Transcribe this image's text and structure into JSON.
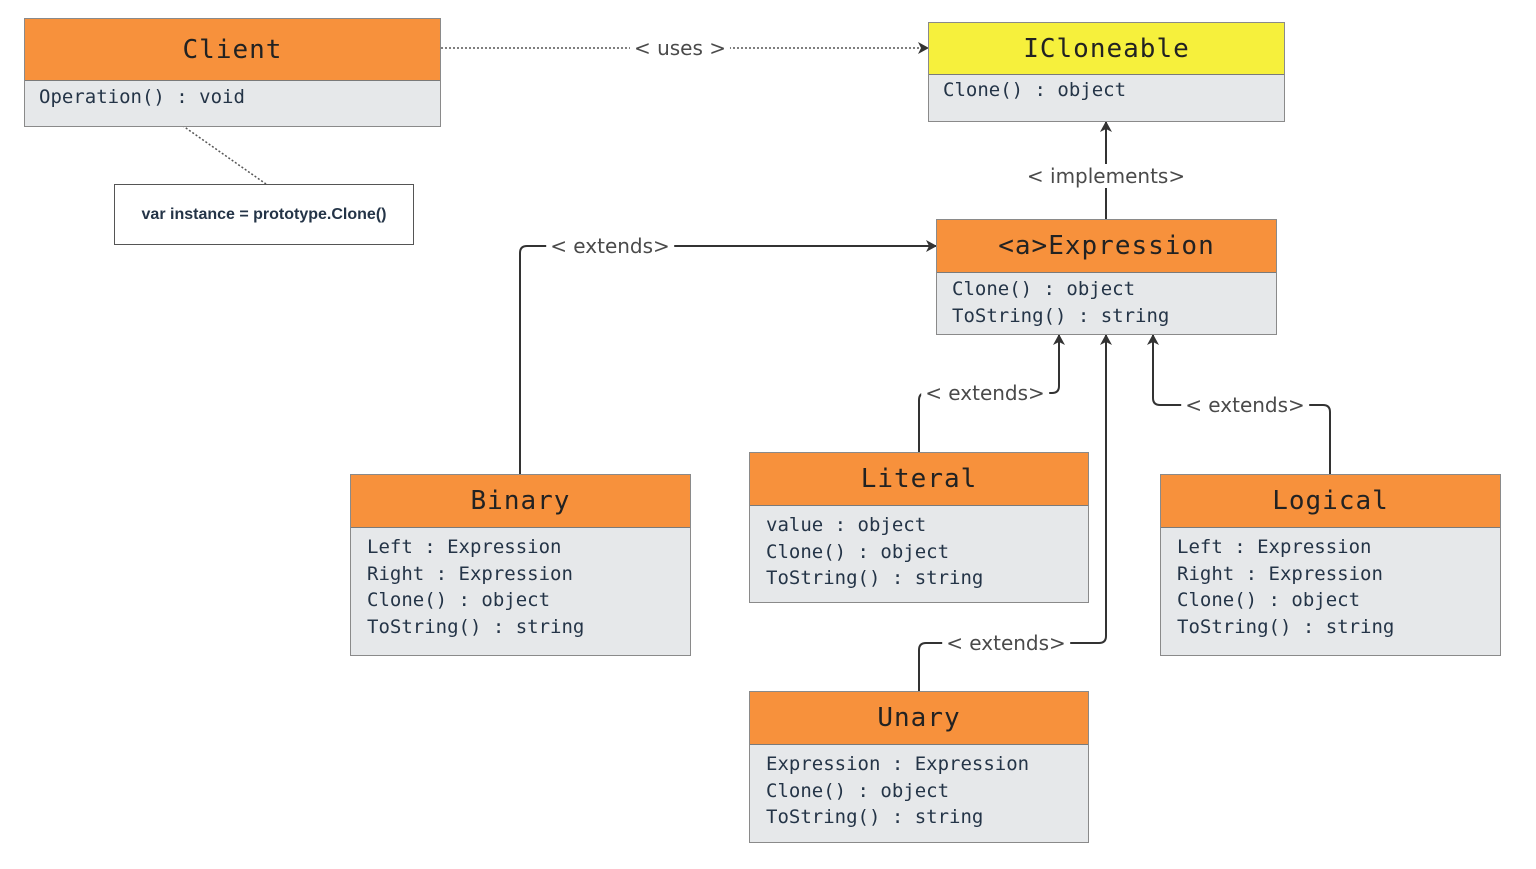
{
  "colors": {
    "class_header": "#f7913c",
    "interface_header": "#f6f03c",
    "class_body": "#e6e8ea",
    "connector": "#333333",
    "dotted_connector": "#555555"
  },
  "classes": {
    "client": {
      "name": "Client",
      "members": [
        "Operation() : void"
      ]
    },
    "icloneable": {
      "name": "ICloneable",
      "members": [
        "Clone() : object"
      ]
    },
    "expression": {
      "name": "<a>Expression",
      "members": [
        "Clone() : object",
        "ToString() : string"
      ]
    },
    "binary": {
      "name": "Binary",
      "members": [
        "Left : Expression",
        "Right : Expression",
        "Clone() : object",
        "ToString() : string"
      ]
    },
    "literal": {
      "name": "Literal",
      "members": [
        "value : object",
        "Clone() : object",
        "ToString() : string"
      ]
    },
    "logical": {
      "name": "Logical",
      "members": [
        "Left : Expression",
        "Right : Expression",
        "Clone() : object",
        "ToString() : string"
      ]
    },
    "unary": {
      "name": "Unary",
      "members": [
        "Expression : Expression",
        "Clone() : object",
        "ToString() : string"
      ]
    }
  },
  "note": {
    "text": "var instance = prototype.Clone()"
  },
  "relations": {
    "uses": "< uses >",
    "implements": "< implements>",
    "binary_extends": "< extends>",
    "literal_extends": "< extends>",
    "logical_extends": "< extends>",
    "unary_extends": "< extends>"
  }
}
